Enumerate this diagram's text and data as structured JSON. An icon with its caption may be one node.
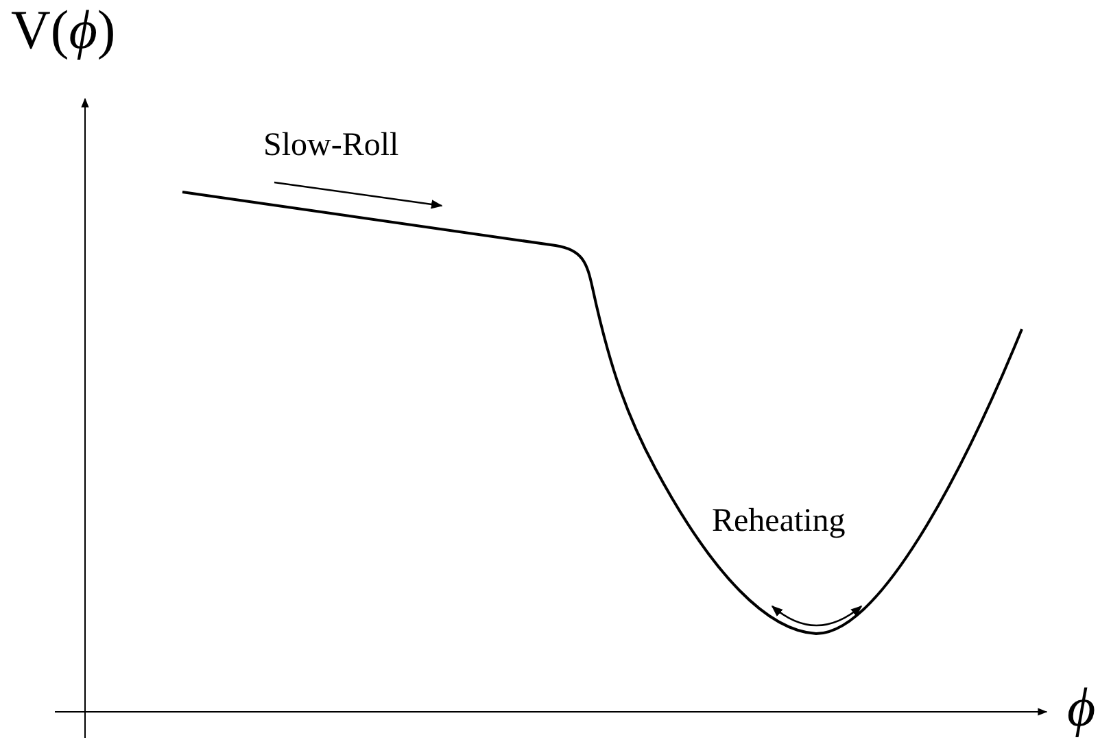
{
  "diagram": {
    "labels": [
      "V(*ϕ*)",
      "Slow-Roll",
      "Reheating",
      "ϕ"
    ]
  }
}
